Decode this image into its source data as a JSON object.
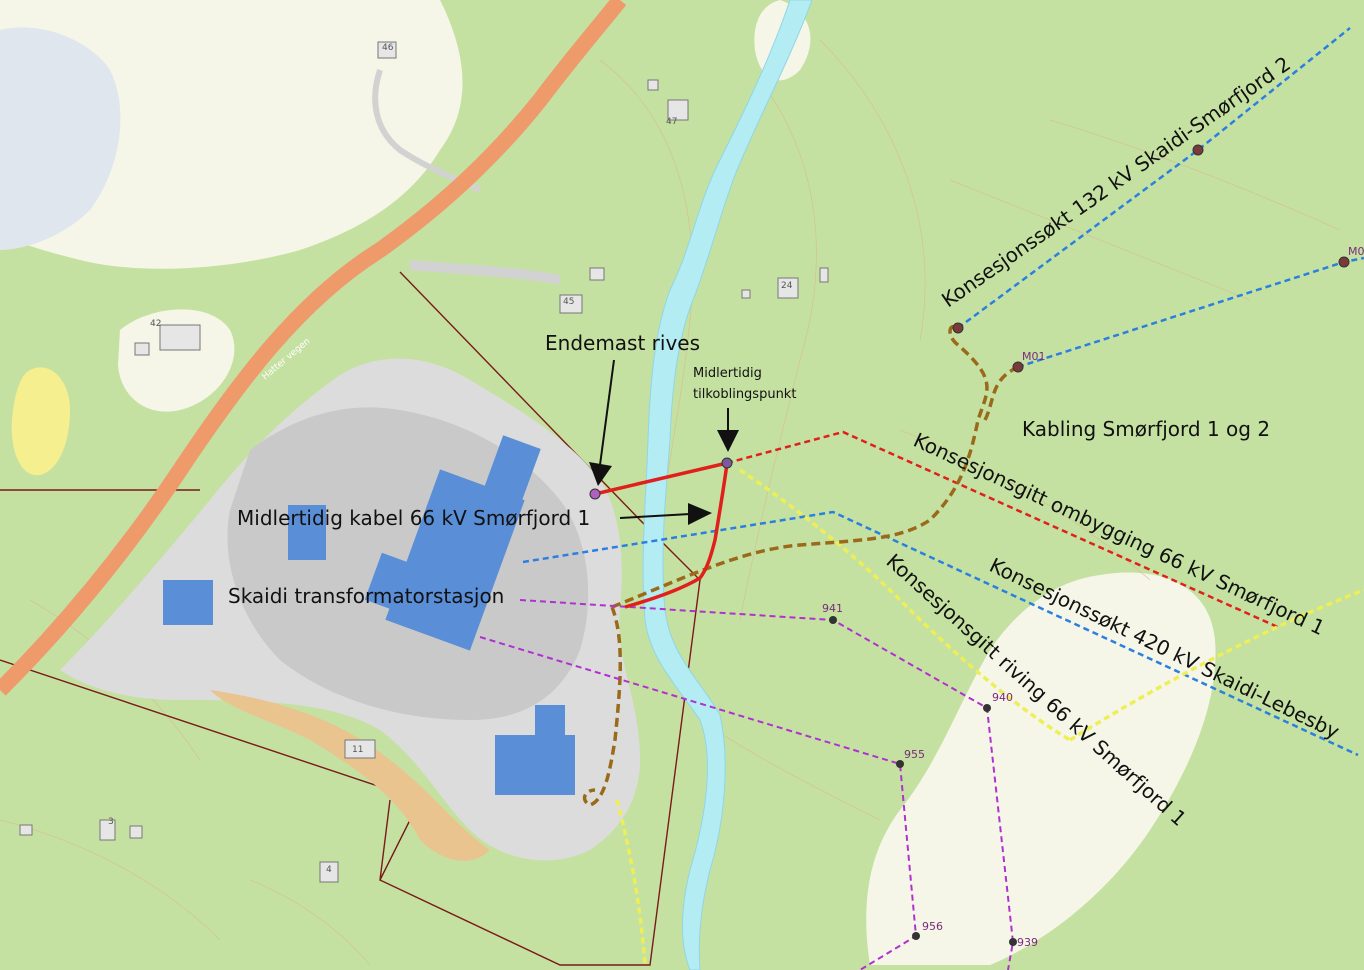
{
  "labels": {
    "endemast": "Endemast rives",
    "tilkobling_line1": "Midlertidig",
    "tilkobling_line2": "tilkoblingspunkt",
    "midlertidig_kabel": "Midlertidig kabel 66 kV Smørfjord 1",
    "transformator": "Skaidi transformatorstasjon",
    "kabling": "Kabling Smørfjord 1 og 2",
    "line_132": "Konsesjonssøkt 132 kV Skaidi-Smørfjord 2",
    "line_ombygging": "Konsesjonsgitt ombygging 66 kV Smørfjord 1",
    "line_420": "Konsesjonssøkt 420 kV Skaidi-Lebesby",
    "line_riving": "Konsesjonsgitt riving 66 kV Smørfjord 1",
    "road_name": "Hatter vegen"
  },
  "masts": {
    "m01": "M01",
    "m0": "M0",
    "m941": "941",
    "m940": "940",
    "m955": "955",
    "m956": "956",
    "m939": "939"
  },
  "buildings": {
    "b46": "46",
    "b47": "47",
    "b45": "45",
    "b42": "42",
    "b24": "24",
    "b11": "11",
    "b3": "3",
    "b4": "4"
  },
  "colors": {
    "forest": "#c5e1a2",
    "open_land": "#f5f6e8",
    "river": "#b4ecf4",
    "road": "#ee9a6b",
    "line_132": "#2a7fe0",
    "line_ombygging": "#e0201a",
    "line_riving": "#eeee55",
    "line_420": "#2a7fe0",
    "cable_trench": "#9a6a1a",
    "temp_cable": "#e0201a",
    "masts_existing": "#b030d0",
    "station_buildings": "#5a8fd8",
    "property_boundary": "#7a1a1a"
  }
}
